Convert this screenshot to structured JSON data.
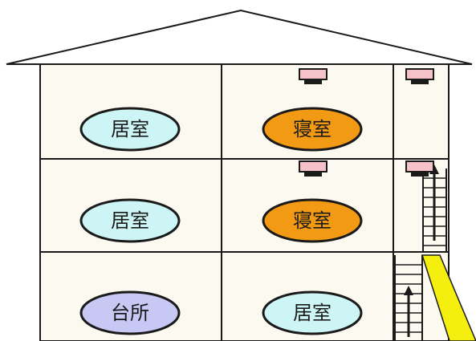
{
  "colors": {
    "background": "#ffffff",
    "wall_fill": "#fbf9f0",
    "line": "#1a1a1a",
    "living": "#cdf5f5",
    "bedroom": "#f39a14",
    "kitchen": "#c8c8f5",
    "detector_body": "#f4c2c8",
    "light_beam": "#f5ef10"
  },
  "rooms": [
    {
      "label": "居室",
      "type": "living",
      "floor": 3,
      "column": 1
    },
    {
      "label": "寝室",
      "type": "bedroom",
      "floor": 3,
      "column": 2
    },
    {
      "label": "居室",
      "type": "living",
      "floor": 2,
      "column": 1
    },
    {
      "label": "寝室",
      "type": "bedroom",
      "floor": 2,
      "column": 2
    },
    {
      "label": "台所",
      "type": "kitchen",
      "floor": 1,
      "column": 1
    },
    {
      "label": "居室",
      "type": "living",
      "floor": 1,
      "column": 2
    }
  ],
  "detectors": [
    {
      "location": "bedroom",
      "floor": 3,
      "icon": "smoke-detector-icon"
    },
    {
      "location": "stairwell",
      "floor": 3,
      "icon": "smoke-detector-icon"
    },
    {
      "location": "bedroom",
      "floor": 2,
      "icon": "smoke-detector-icon"
    },
    {
      "location": "stairwell",
      "floor": 2,
      "icon": "smoke-detector-icon"
    }
  ],
  "icons": [
    "house-outline",
    "staircase-icon",
    "smoke-detector-icon",
    "arrow-up-icon",
    "light-beam"
  ]
}
